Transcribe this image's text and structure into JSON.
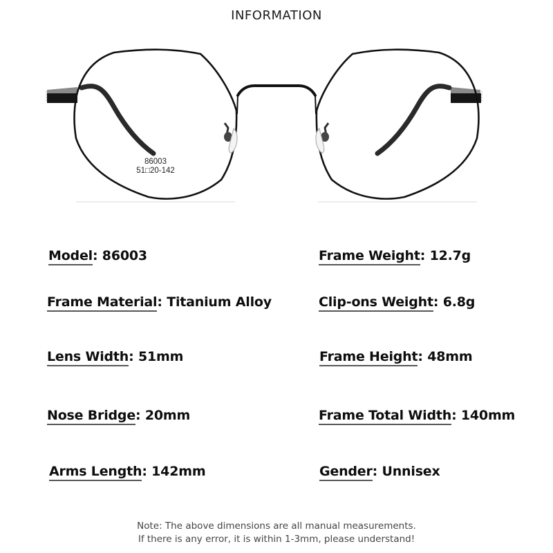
{
  "header": {
    "title": "INFORMATION"
  },
  "product_image": {
    "icon": "eyeglasses-image",
    "frame_color": "#111111",
    "stamp": {
      "model": "86003",
      "size": "51□20-142"
    }
  },
  "specs": {
    "left": [
      {
        "label": "Model",
        "value": "86003"
      },
      {
        "label": "Frame Material",
        "value": "Titanium Alloy"
      },
      {
        "label": "Lens Width",
        "value": "51mm"
      },
      {
        "label": "Nose Bridge",
        "value": "20mm"
      },
      {
        "label": "Arms Length",
        "value": "142mm"
      }
    ],
    "right": [
      {
        "label": "Frame Weight",
        "value": "12.7g"
      },
      {
        "label": "Clip-ons Weight",
        "value": "6.8g"
      },
      {
        "label": "Frame Height",
        "value": "48mm"
      },
      {
        "label": "Frame Total Width",
        "value": "140mm"
      },
      {
        "label": "Gender",
        "value": "Unnisex"
      }
    ],
    "separator": ": "
  },
  "note": {
    "line1": "Note: The above dimensions are all manual measurements.",
    "line2": "If there is any error, it is within 1-3mm, please understand!"
  }
}
